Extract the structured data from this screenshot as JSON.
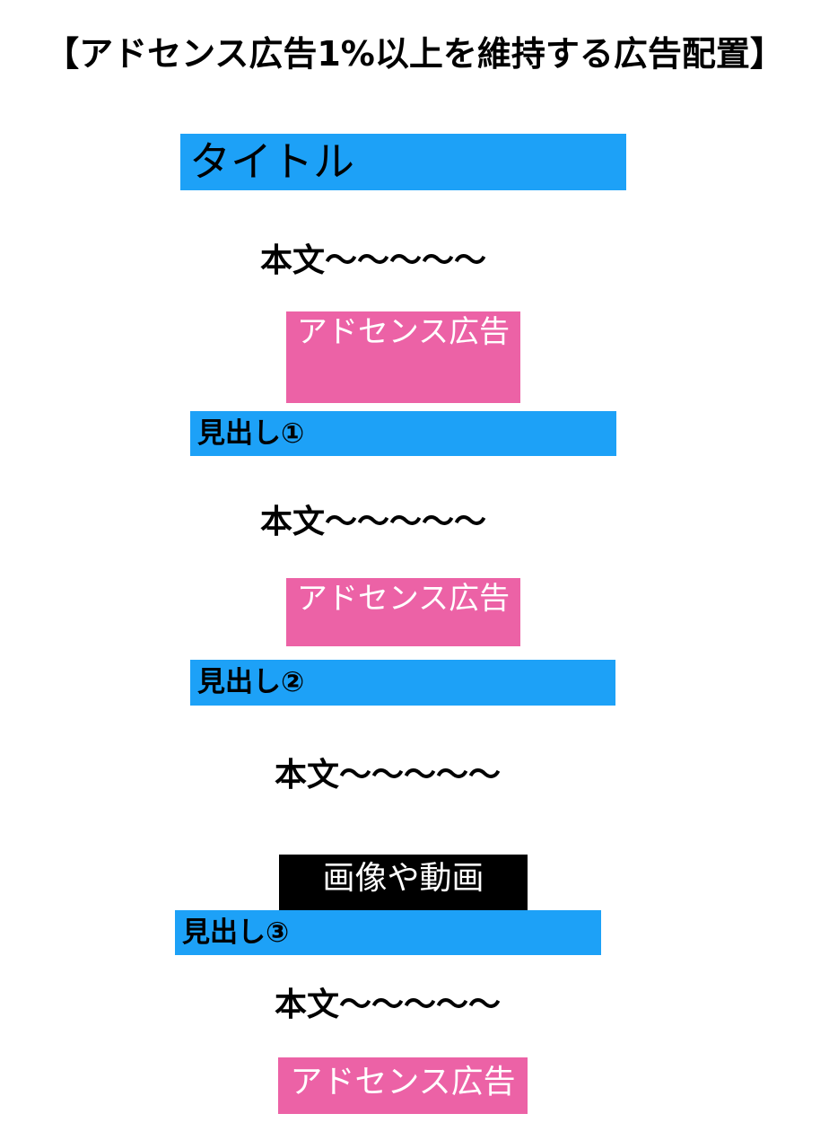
{
  "title": "【アドセンス広告1%以上を維持する広告配置】",
  "blocks": {
    "article_title": "タイトル",
    "body_1": "本文〜〜〜〜〜",
    "ad_1": "アドセンス広告",
    "heading_1": "見出し①",
    "body_2": "本文〜〜〜〜〜",
    "ad_2": "アドセンス広告",
    "heading_2": "見出し②",
    "body_3": "本文〜〜〜〜〜",
    "media": "画像や動画",
    "heading_3": "見出し③",
    "body_4": "本文〜〜〜〜〜",
    "ad_3": "アドセンス広告"
  },
  "colors": {
    "heading_fill": "#1da1f7",
    "ad_fill": "#ec62a6",
    "media_fill": "#000000",
    "background": "#ffffff"
  }
}
